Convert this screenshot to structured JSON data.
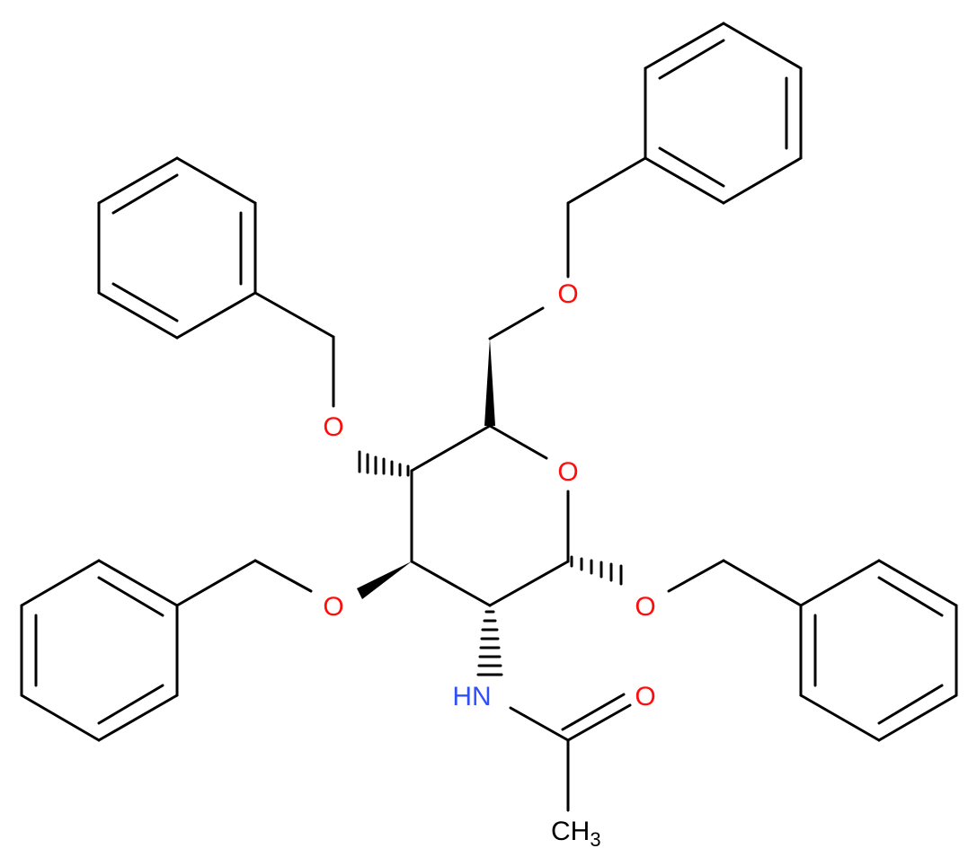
{
  "molecule": {
    "atoms": {
      "ring_oxygen": "O",
      "o6_oxygen": "O",
      "o4_oxygen": "O",
      "o3_oxygen": "O",
      "o1_oxygen": "O",
      "nh": "HN",
      "carbonyl_oxygen": "O",
      "methyl_c": "CH",
      "methyl_sub": "3"
    },
    "colors": {
      "bond": "#000000",
      "oxygen": "#ff0d0d",
      "nitrogen": "#3050f8",
      "carbon": "#000000"
    }
  }
}
